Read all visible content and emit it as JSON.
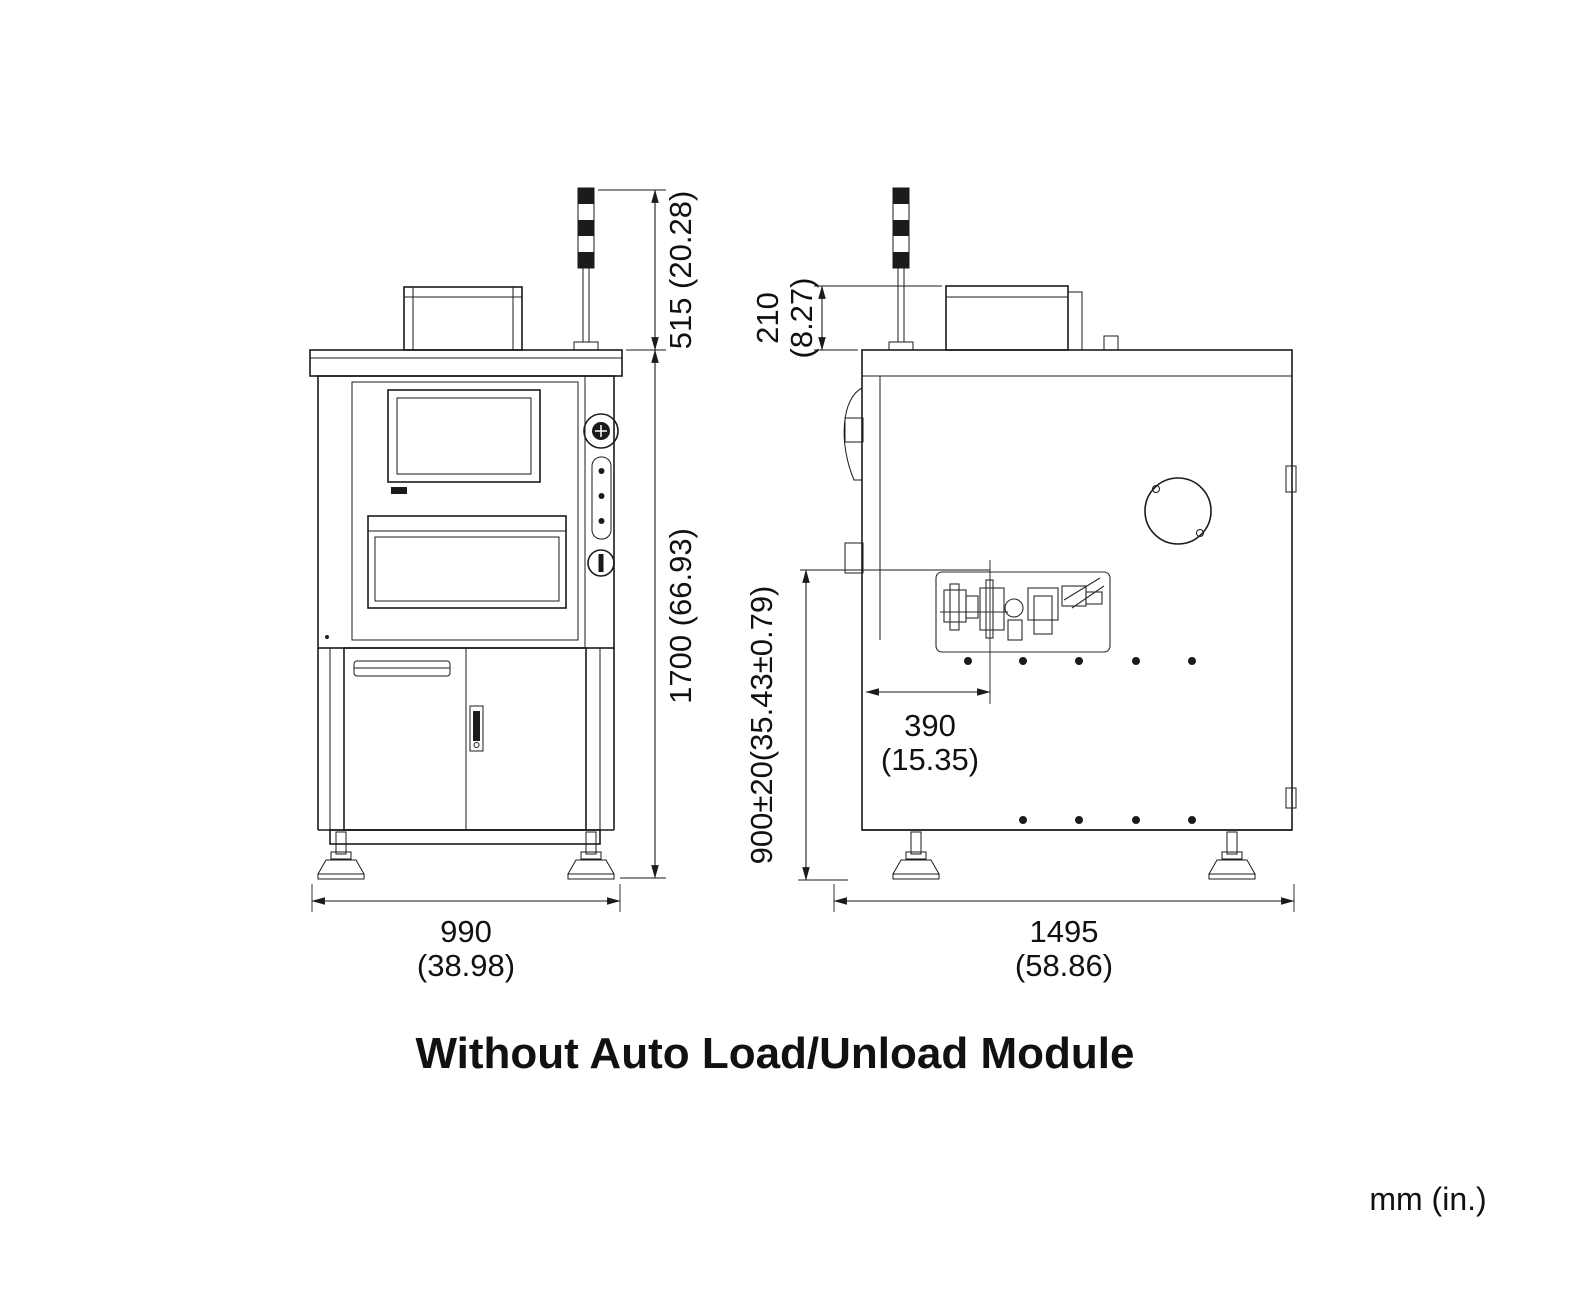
{
  "drawing": {
    "title": "Without Auto Load/Unload Module",
    "units": "mm (in.)",
    "line_color": "#1b1b1b"
  },
  "front_view": {
    "dim_tower_height": "515 (20.28)",
    "dim_total_height": "1700 (66.93)",
    "dim_width_mm": "990",
    "dim_width_in": "(38.98)"
  },
  "side_view": {
    "dim_top_mm": "210",
    "dim_top_in": "(8.27)",
    "dim_height": "900±20(35.43±0.79)",
    "dim_offset_mm": "390",
    "dim_offset_in": "(15.35)",
    "dim_width_mm": "1495",
    "dim_width_in": "(58.86)"
  }
}
